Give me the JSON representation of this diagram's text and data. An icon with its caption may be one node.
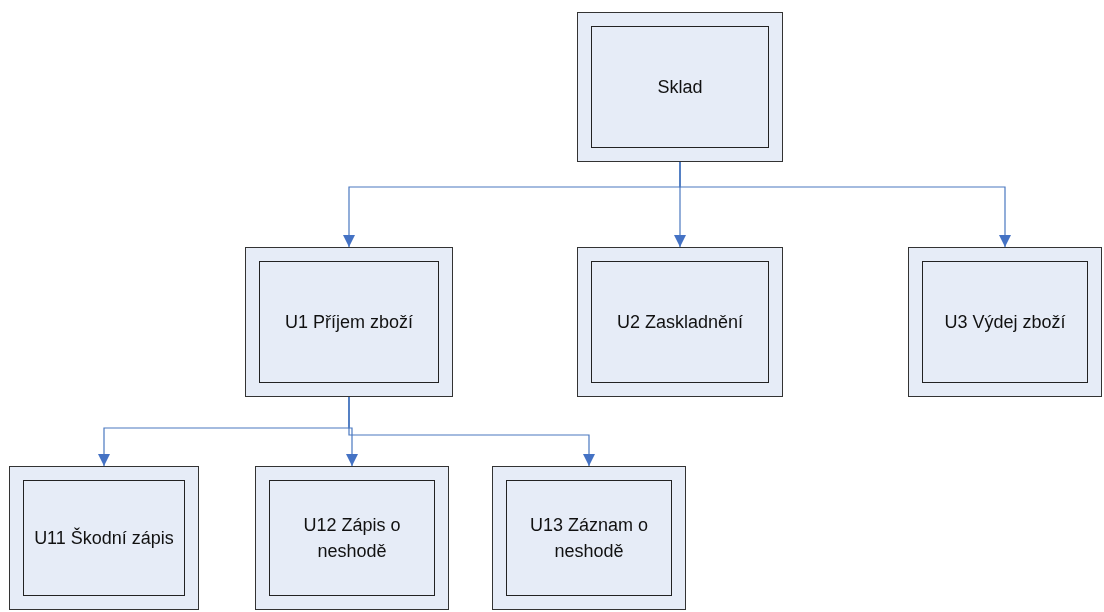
{
  "diagram": {
    "nodes": [
      {
        "text": [
          "Sklad"
        ]
      },
      {
        "text": [
          "U1 Příjem zboží"
        ]
      },
      {
        "text": [
          "U2 Zaskladnění"
        ]
      },
      {
        "text": [
          "U3 Výdej zboží"
        ]
      },
      {
        "text": [
          "U11 Škodní zápis"
        ]
      },
      {
        "text": [
          "U12 Zápis o neshodě"
        ]
      },
      {
        "text": [
          "U13 Záznam o neshodě"
        ]
      }
    ],
    "edges": [
      {
        "from": 0,
        "to": 1,
        "arrow": "to"
      },
      {
        "from": 0,
        "to": 2,
        "arrow": "to"
      },
      {
        "from": 0,
        "to": 3,
        "arrow": "to"
      },
      {
        "from": 1,
        "to": 4,
        "arrow": "to"
      },
      {
        "from": 1,
        "to": 5,
        "arrow": "to"
      },
      {
        "from": 1,
        "to": 6,
        "arrow": "to"
      }
    ]
  }
}
